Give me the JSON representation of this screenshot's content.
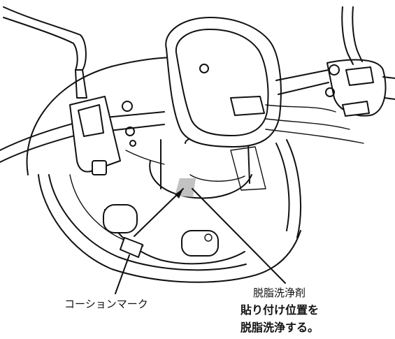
{
  "labels": {
    "caution_mark": "コーションマーク",
    "degreaser": "脱脂洗浄剤",
    "instruction_line1": "貼り付け位置を",
    "instruction_line2": "脱脂洗浄する。"
  },
  "colors": {
    "line": "#111111",
    "highlight_area": "#c2c2c2"
  }
}
